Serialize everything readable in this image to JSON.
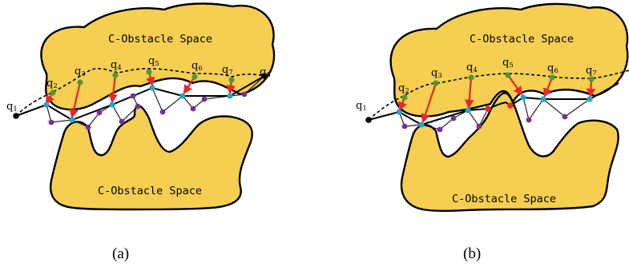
{
  "panels": [
    {
      "id": "a",
      "label": "(a)",
      "obstacle_top_label": "C-Obstacle Space",
      "obstacle_bottom_label": "C-Obstacle Space",
      "q_labels": [
        "q1",
        "q2",
        "q3",
        "q4",
        "q5",
        "q6",
        "q7",
        "q8"
      ],
      "red_contact_points": 0
    },
    {
      "id": "b",
      "label": "(b)",
      "obstacle_top_label": "C-Obstacle Space",
      "obstacle_bottom_label": "C-Obstacle Space",
      "q_labels": [
        "q1",
        "q2",
        "q3",
        "q4",
        "q5",
        "q6",
        "q7"
      ],
      "red_contact_points": 2
    }
  ],
  "colors": {
    "obstacle_fill": "#F6CF52",
    "waypoint_green": "#4E9A2E",
    "projected_cyan": "#1EA7C7",
    "sample_purple": "#7B2D9A",
    "arrow_red": "#E8282A",
    "contact_red": "#E8282A",
    "endpoint_black": "#000000"
  }
}
